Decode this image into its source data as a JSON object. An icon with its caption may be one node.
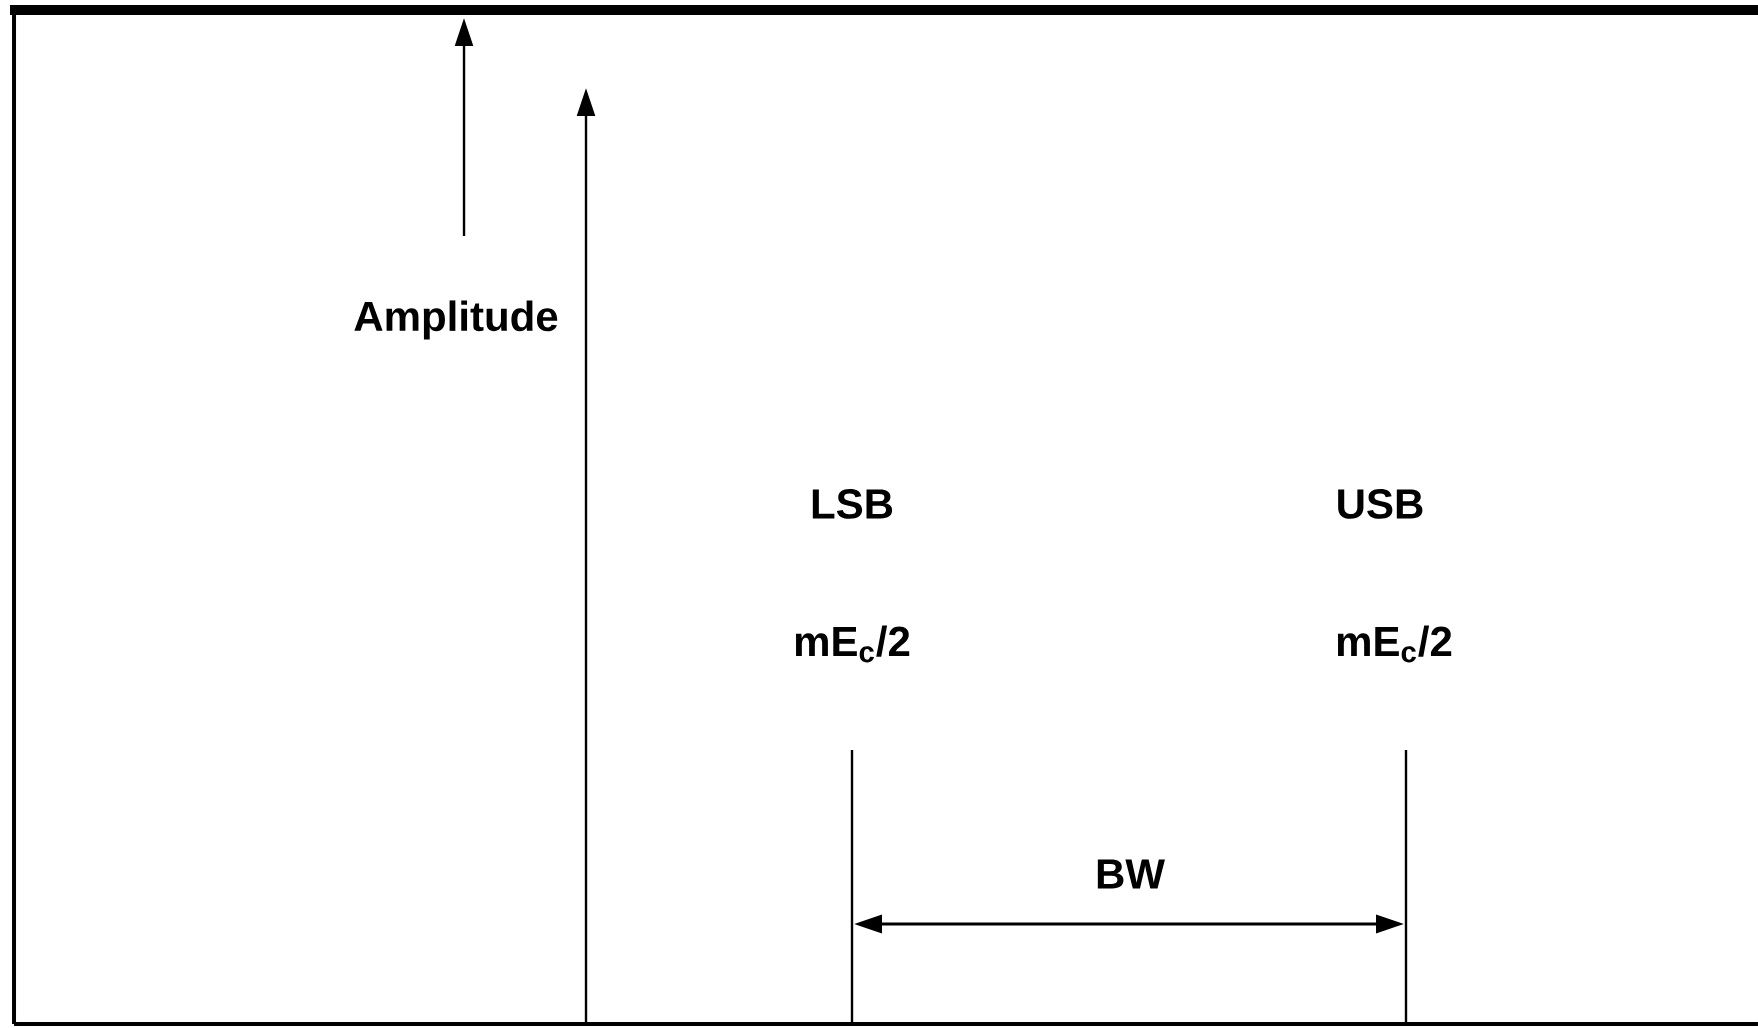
{
  "diagram": {
    "labels": [
      "Amplitude",
      "LSB",
      "USB",
      "mE$_{c}$/2",
      "mE$_{c}$/2",
      "BW"
    ]
  }
}
